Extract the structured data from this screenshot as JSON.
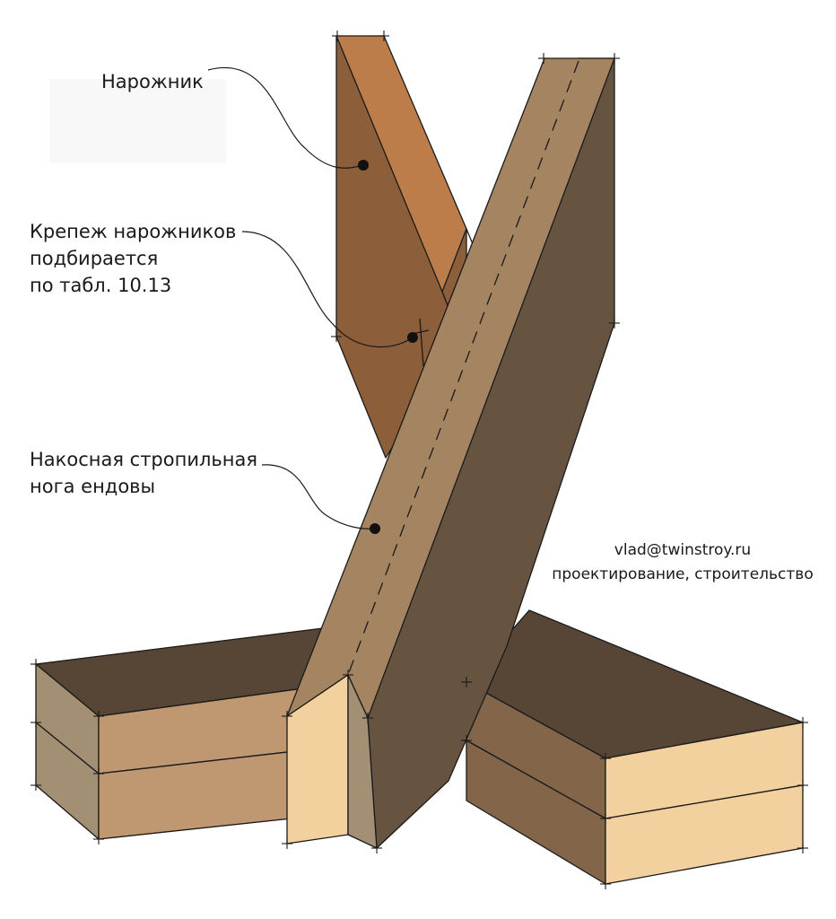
{
  "callouts": {
    "hip_rafter": "Нарожник",
    "fastening": [
      "Крепеж нарожников",
      "подбирается",
      "по табл. 10.13"
    ],
    "valley_rafter": [
      "Накосная стропильная",
      "нога ендовы"
    ]
  },
  "credit": {
    "email": "vlad@twinstroy.ru",
    "services": "проектирование, строительство"
  },
  "colors": {
    "outline": "#1a1a1a",
    "hip_front": "#8c5f3a",
    "hip_side": "#bc7d4b",
    "valley_top": "#a58461",
    "valley_side": "#665440",
    "beam_top": "#574636",
    "beam_light": "#f2d19f",
    "beam_mid": "#bf9770",
    "beam_shade": "#a38f73"
  }
}
